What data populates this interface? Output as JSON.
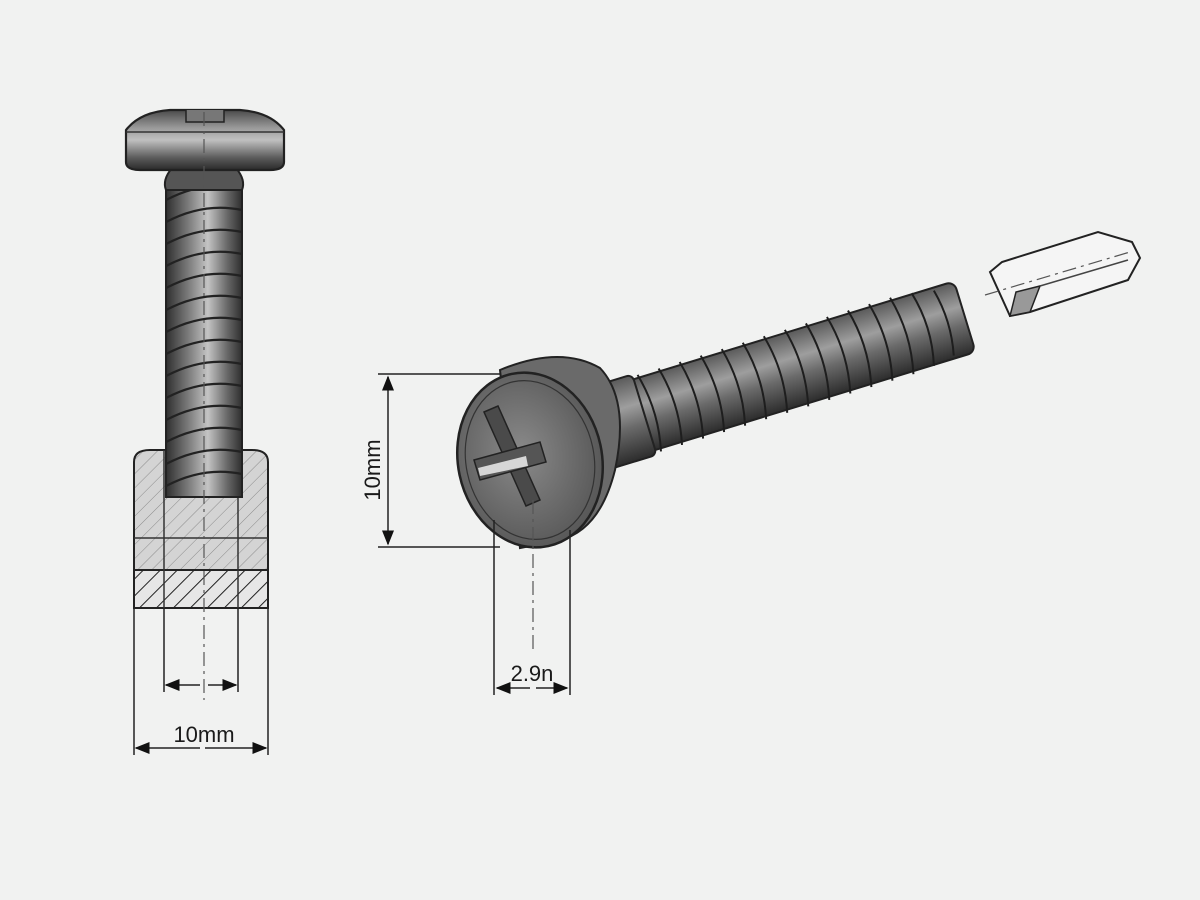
{
  "diagram": {
    "background": "#f1f2f1",
    "left_view": {
      "description": "Pan head screw, side view, threaded into sectioned block",
      "dimension_label": "10mm"
    },
    "right_view": {
      "description": "Phillips cheese head screw, isometric view, with exploded driver bit",
      "height_label": "10mm",
      "width_label": "2.9n"
    },
    "colors": {
      "metal_dark": "#3c3c3c",
      "metal_mid": "#6e6e6e",
      "metal_light": "#b8b8b8",
      "line": "#1e1e1e",
      "hatch_fill": "#cfcfcf",
      "bit_fill": "#eeeeee"
    }
  }
}
